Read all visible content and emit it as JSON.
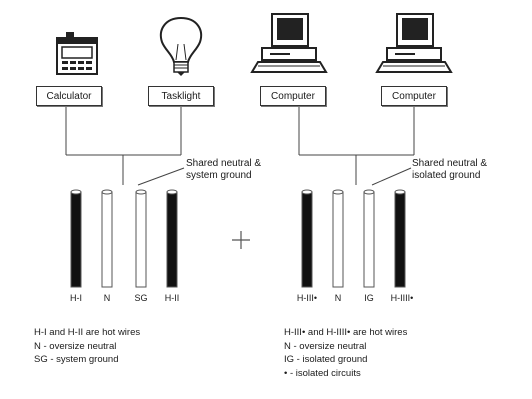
{
  "devices": [
    {
      "label": "Calculator",
      "icon": "calculator-icon"
    },
    {
      "label": "Tasklight",
      "icon": "lightbulb-icon"
    },
    {
      "label": "Computer",
      "icon": "computer-icon"
    },
    {
      "label": "Computer",
      "icon": "computer-icon"
    }
  ],
  "left_group": {
    "callout": [
      "Shared neutral &",
      "system ground"
    ],
    "wires": [
      {
        "label": "H-I",
        "fill": "black"
      },
      {
        "label": "N",
        "fill": "white"
      },
      {
        "label": "SG",
        "fill": "white"
      },
      {
        "label": "H-II",
        "fill": "black"
      }
    ],
    "legend": [
      "H-I and H-II are hot wires",
      "N - oversize neutral",
      "SG - system ground"
    ]
  },
  "right_group": {
    "callout": [
      "Shared neutral &",
      "isolated ground"
    ],
    "wires": [
      {
        "label": "H-III•",
        "fill": "black"
      },
      {
        "label": "N",
        "fill": "white"
      },
      {
        "label": "IG",
        "fill": "white"
      },
      {
        "label": "H-IIII•",
        "fill": "black"
      }
    ],
    "legend": [
      "H-III• and H-IIII• are hot wires",
      "N - oversize neutral",
      "IG - isolated ground",
      "• - isolated circuits"
    ]
  },
  "operator": "+"
}
